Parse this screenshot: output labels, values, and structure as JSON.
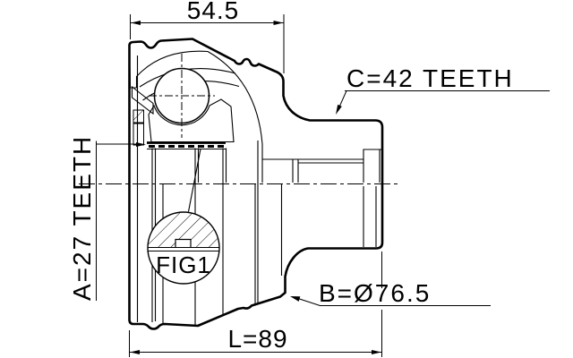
{
  "figure": {
    "background": "#ffffff",
    "line_color": "#000000",
    "labels": {
      "top_width": "54.5",
      "overall_length": "L=89",
      "outer_spline": "C=42 TEETH",
      "inner_spline": "A=27 TEETH",
      "body_diameter": "B=Ø76.5",
      "detail": "FIG1"
    }
  }
}
